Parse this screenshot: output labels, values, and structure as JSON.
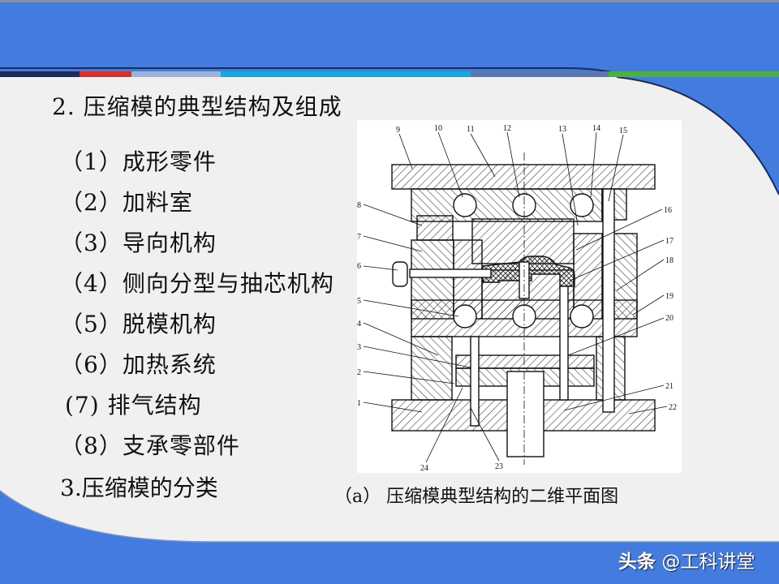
{
  "slide": {
    "heading": "2. 压缩模的典型结构及组成",
    "items": [
      {
        "label": "（1）成形零件"
      },
      {
        "label": "（2）加料室"
      },
      {
        "label": "（3）导向机构"
      },
      {
        "label": "（4）侧向分型与抽芯机构"
      },
      {
        "label": "（5）脱模机构"
      },
      {
        "label": "（6）加热系统"
      },
      {
        "label": "(7) 排气结构"
      },
      {
        "label": "（8）支承零部件"
      }
    ],
    "subheading": "3.压缩模的分类",
    "figure": {
      "caption": "（a） 压缩模典型结构的二维平面图",
      "callouts": [
        "1",
        "2",
        "3",
        "4",
        "5",
        "6",
        "7",
        "8",
        "9",
        "10",
        "11",
        "12",
        "13",
        "14",
        "15",
        "16",
        "17",
        "18",
        "19",
        "20",
        "21",
        "22",
        "23",
        "24"
      ]
    }
  },
  "watermark": {
    "brand": "头条",
    "handle": "@工科讲堂"
  },
  "colors": {
    "header_blue": "#437cde",
    "stripe_navy": "#1a2a5e",
    "stripe_red": "#d9302a",
    "stripe_lightblue": "#9db3dd",
    "stripe_cyan": "#12a8e0",
    "stripe_steel": "#5a78ad",
    "stripe_green": "#4caf42",
    "background": "#f0f0f0"
  }
}
